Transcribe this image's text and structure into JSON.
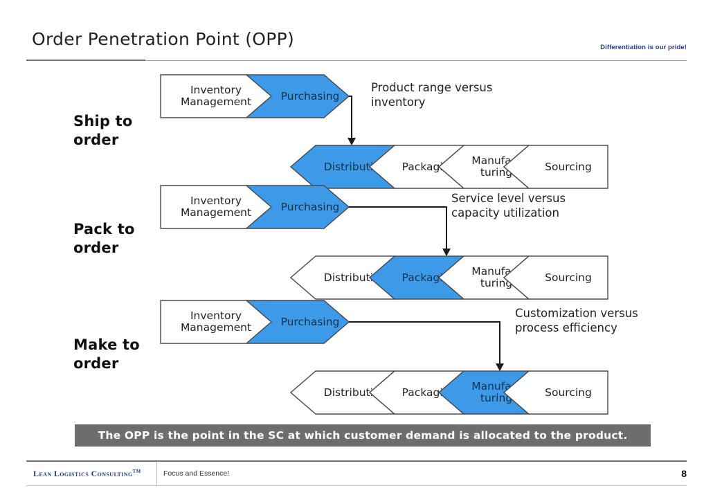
{
  "header": {
    "title": "Order Penetration Point (OPP)",
    "tagline": "Differentiation is our pride!"
  },
  "diagram": {
    "rows": [
      {
        "label": "Ship to\norder",
        "annotation": "Product range versus\ninventory",
        "upstream": [
          {
            "name": "Inventory\nManagement",
            "highlighted": false
          },
          {
            "name": "Purchasing",
            "highlighted": true
          }
        ],
        "downstream": [
          {
            "name": "Distribution",
            "highlighted": true
          },
          {
            "name": "Packaging",
            "highlighted": false
          },
          {
            "name": "Manufac-\nturing",
            "highlighted": false
          },
          {
            "name": "Sourcing",
            "highlighted": false
          }
        ]
      },
      {
        "label": "Pack to\norder",
        "annotation": "Service level versus\ncapacity utilization",
        "upstream": [
          {
            "name": "Inventory\nManagement",
            "highlighted": false
          },
          {
            "name": "Purchasing",
            "highlighted": true
          }
        ],
        "downstream": [
          {
            "name": "Distribution",
            "highlighted": false
          },
          {
            "name": "Packaging",
            "highlighted": true
          },
          {
            "name": "Manufac-\nturing",
            "highlighted": false
          },
          {
            "name": "Sourcing",
            "highlighted": false
          }
        ]
      },
      {
        "label": "Make to\norder",
        "annotation": "Customization versus\nprocess efficiency",
        "upstream": [
          {
            "name": "Inventory\nManagement",
            "highlighted": false
          },
          {
            "name": "Purchasing",
            "highlighted": true
          }
        ],
        "downstream": [
          {
            "name": "Distribution",
            "highlighted": false
          },
          {
            "name": "Packaging",
            "highlighted": false
          },
          {
            "name": "Manufac-\nturing",
            "highlighted": true
          },
          {
            "name": "Sourcing",
            "highlighted": false
          }
        ]
      }
    ]
  },
  "banner": {
    "text": "The OPP is the point in the SC at which customer demand is allocated to the product."
  },
  "footer": {
    "logo": "Lean Logistics Consulting",
    "logo_tm": "TM",
    "tagline": "Focus and Essence!",
    "page": "8"
  },
  "colors": {
    "highlight_blue": "#3d9ae8",
    "outline": "#4a4a4a",
    "banner_gray": "#6d6d6d",
    "navy": "#2a3b7d"
  }
}
